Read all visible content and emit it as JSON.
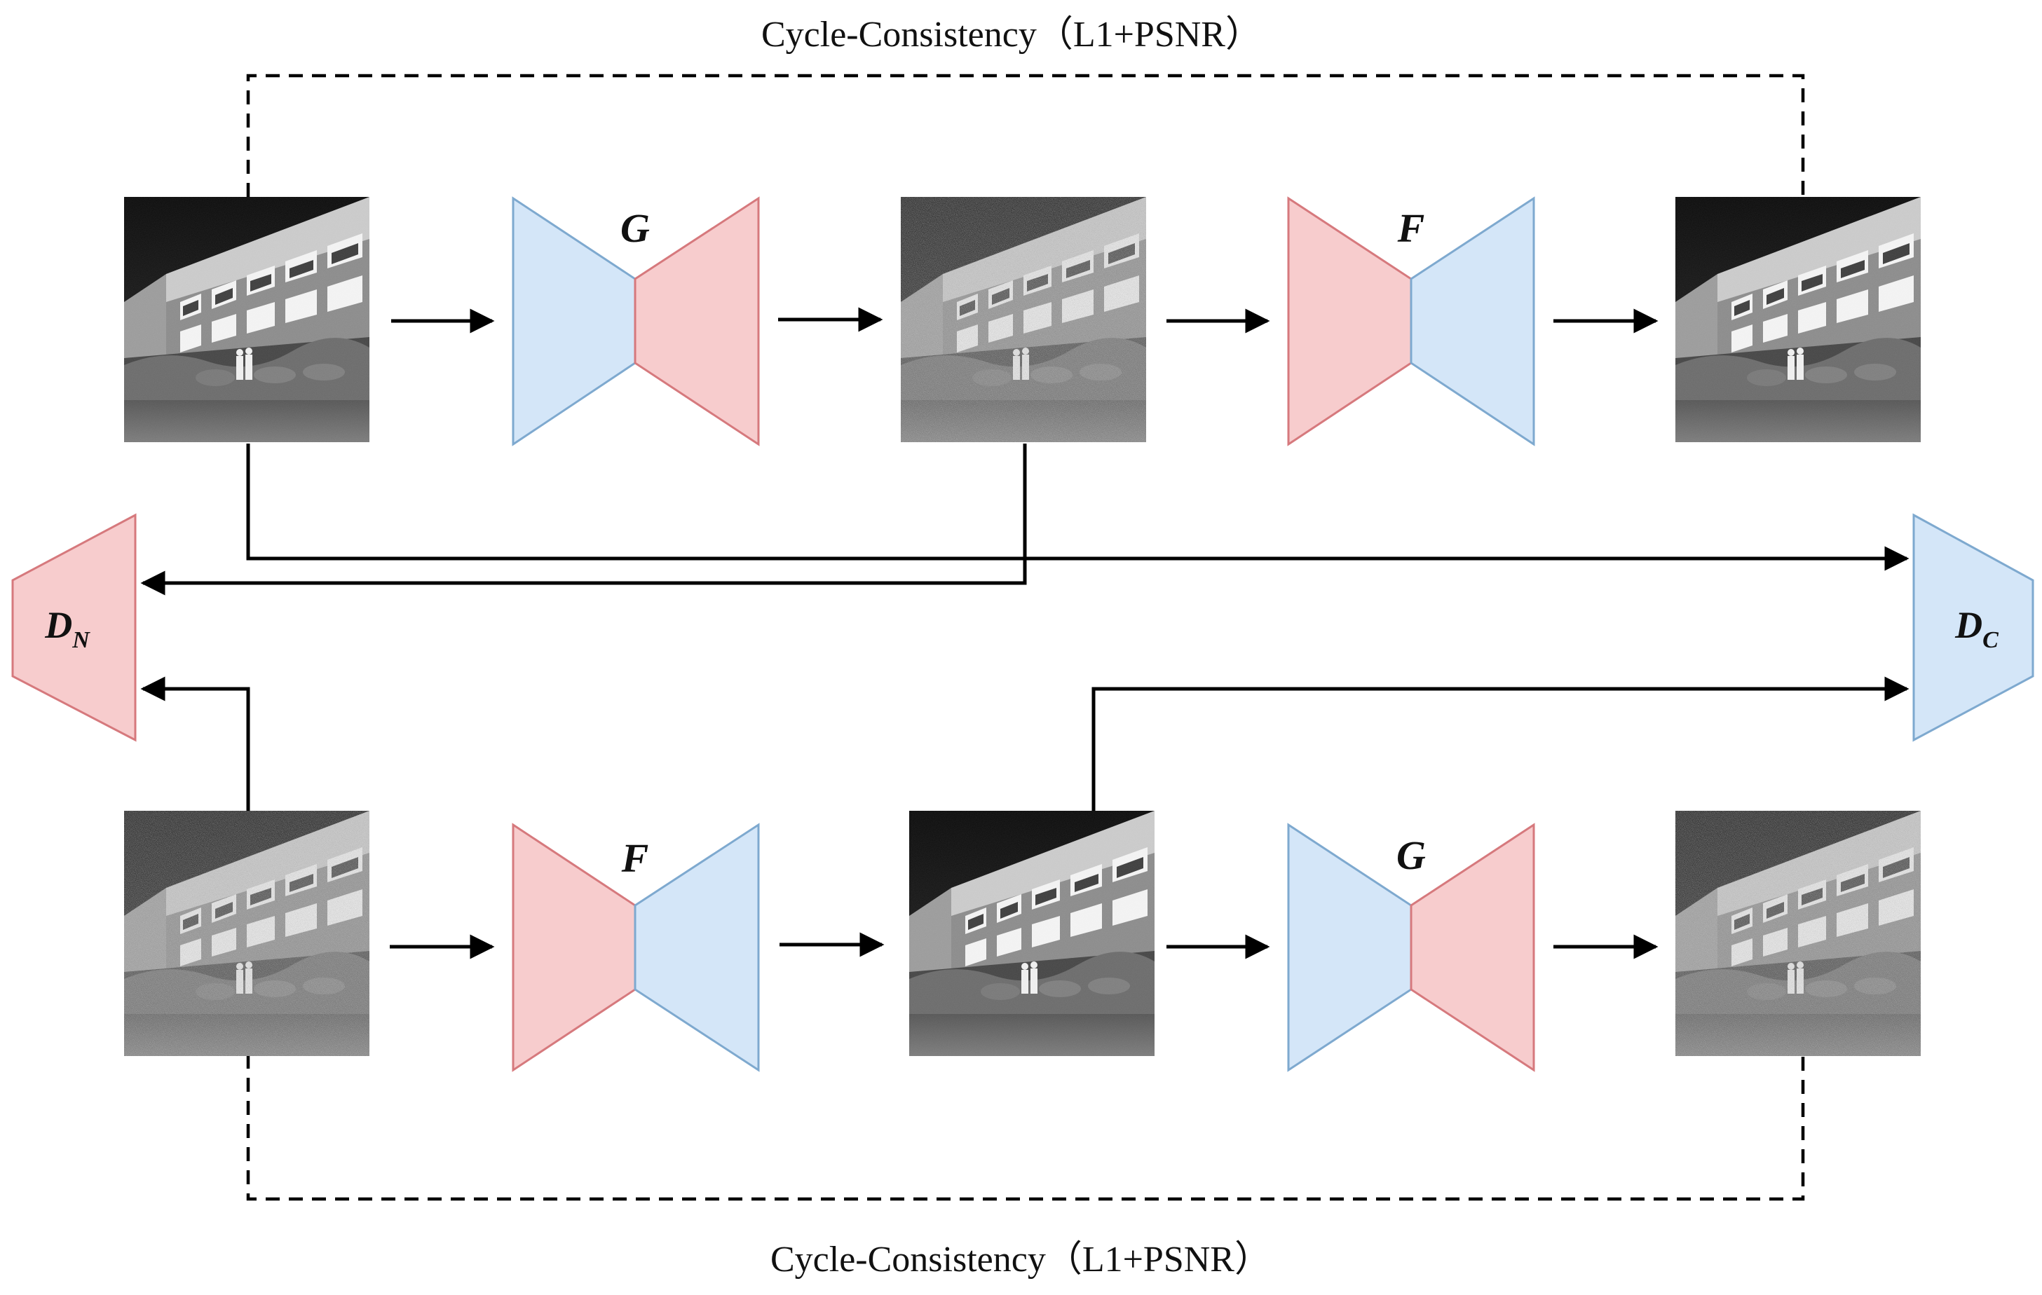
{
  "top_loss_label": "Cycle-Consistency（L1+PSNR）",
  "bottom_loss_label": "Cycle-Consistency（L1+PSNR）",
  "top_row": {
    "net1_label": "G",
    "net2_label": "F"
  },
  "bottom_row": {
    "net1_label": "F",
    "net2_label": "G"
  },
  "disc_noisy": {
    "main": "D",
    "sub": "N"
  },
  "disc_clean": {
    "main": "D",
    "sub": "C"
  },
  "colors": {
    "blue_fill": "#d4e6f8",
    "blue_stroke": "#7ea9cf",
    "red_fill": "#f7cccd",
    "red_stroke": "#d6797d"
  }
}
